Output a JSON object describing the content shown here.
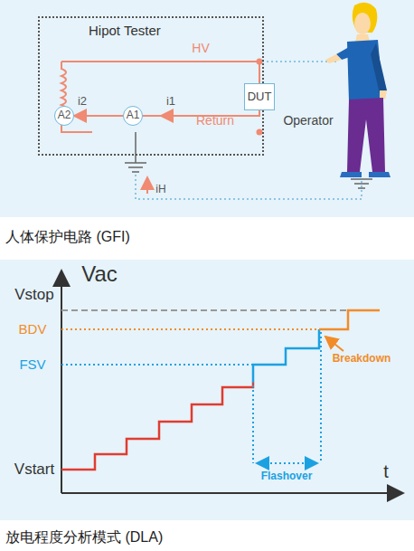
{
  "diagram": {
    "nodes": [
      {
        "text": [
          "Hipot Tester"
        ]
      },
      {
        "text": [
          "DUT"
        ]
      },
      {
        "text": [
          "A1"
        ],
        "in": 0
      },
      {
        "text": [
          "A2"
        ],
        "in": 0
      }
    ],
    "edges": [
      {
        "from": 1,
        "to": 2,
        "arrow": "none"
      },
      {
        "from": 2,
        "to": 3,
        "arrow": "none"
      }
    ],
    "labels": [
      "HV",
      "i2",
      "i1",
      "Return",
      "Operator",
      "iH",
      "人体保护电路 (GFI)",
      "Vac",
      "Vstop",
      "BDV",
      "FSV",
      "Vstart",
      "t",
      "Breakdown",
      "Flashover",
      "放电程度分析模式 (DLA)"
    ]
  }
}
